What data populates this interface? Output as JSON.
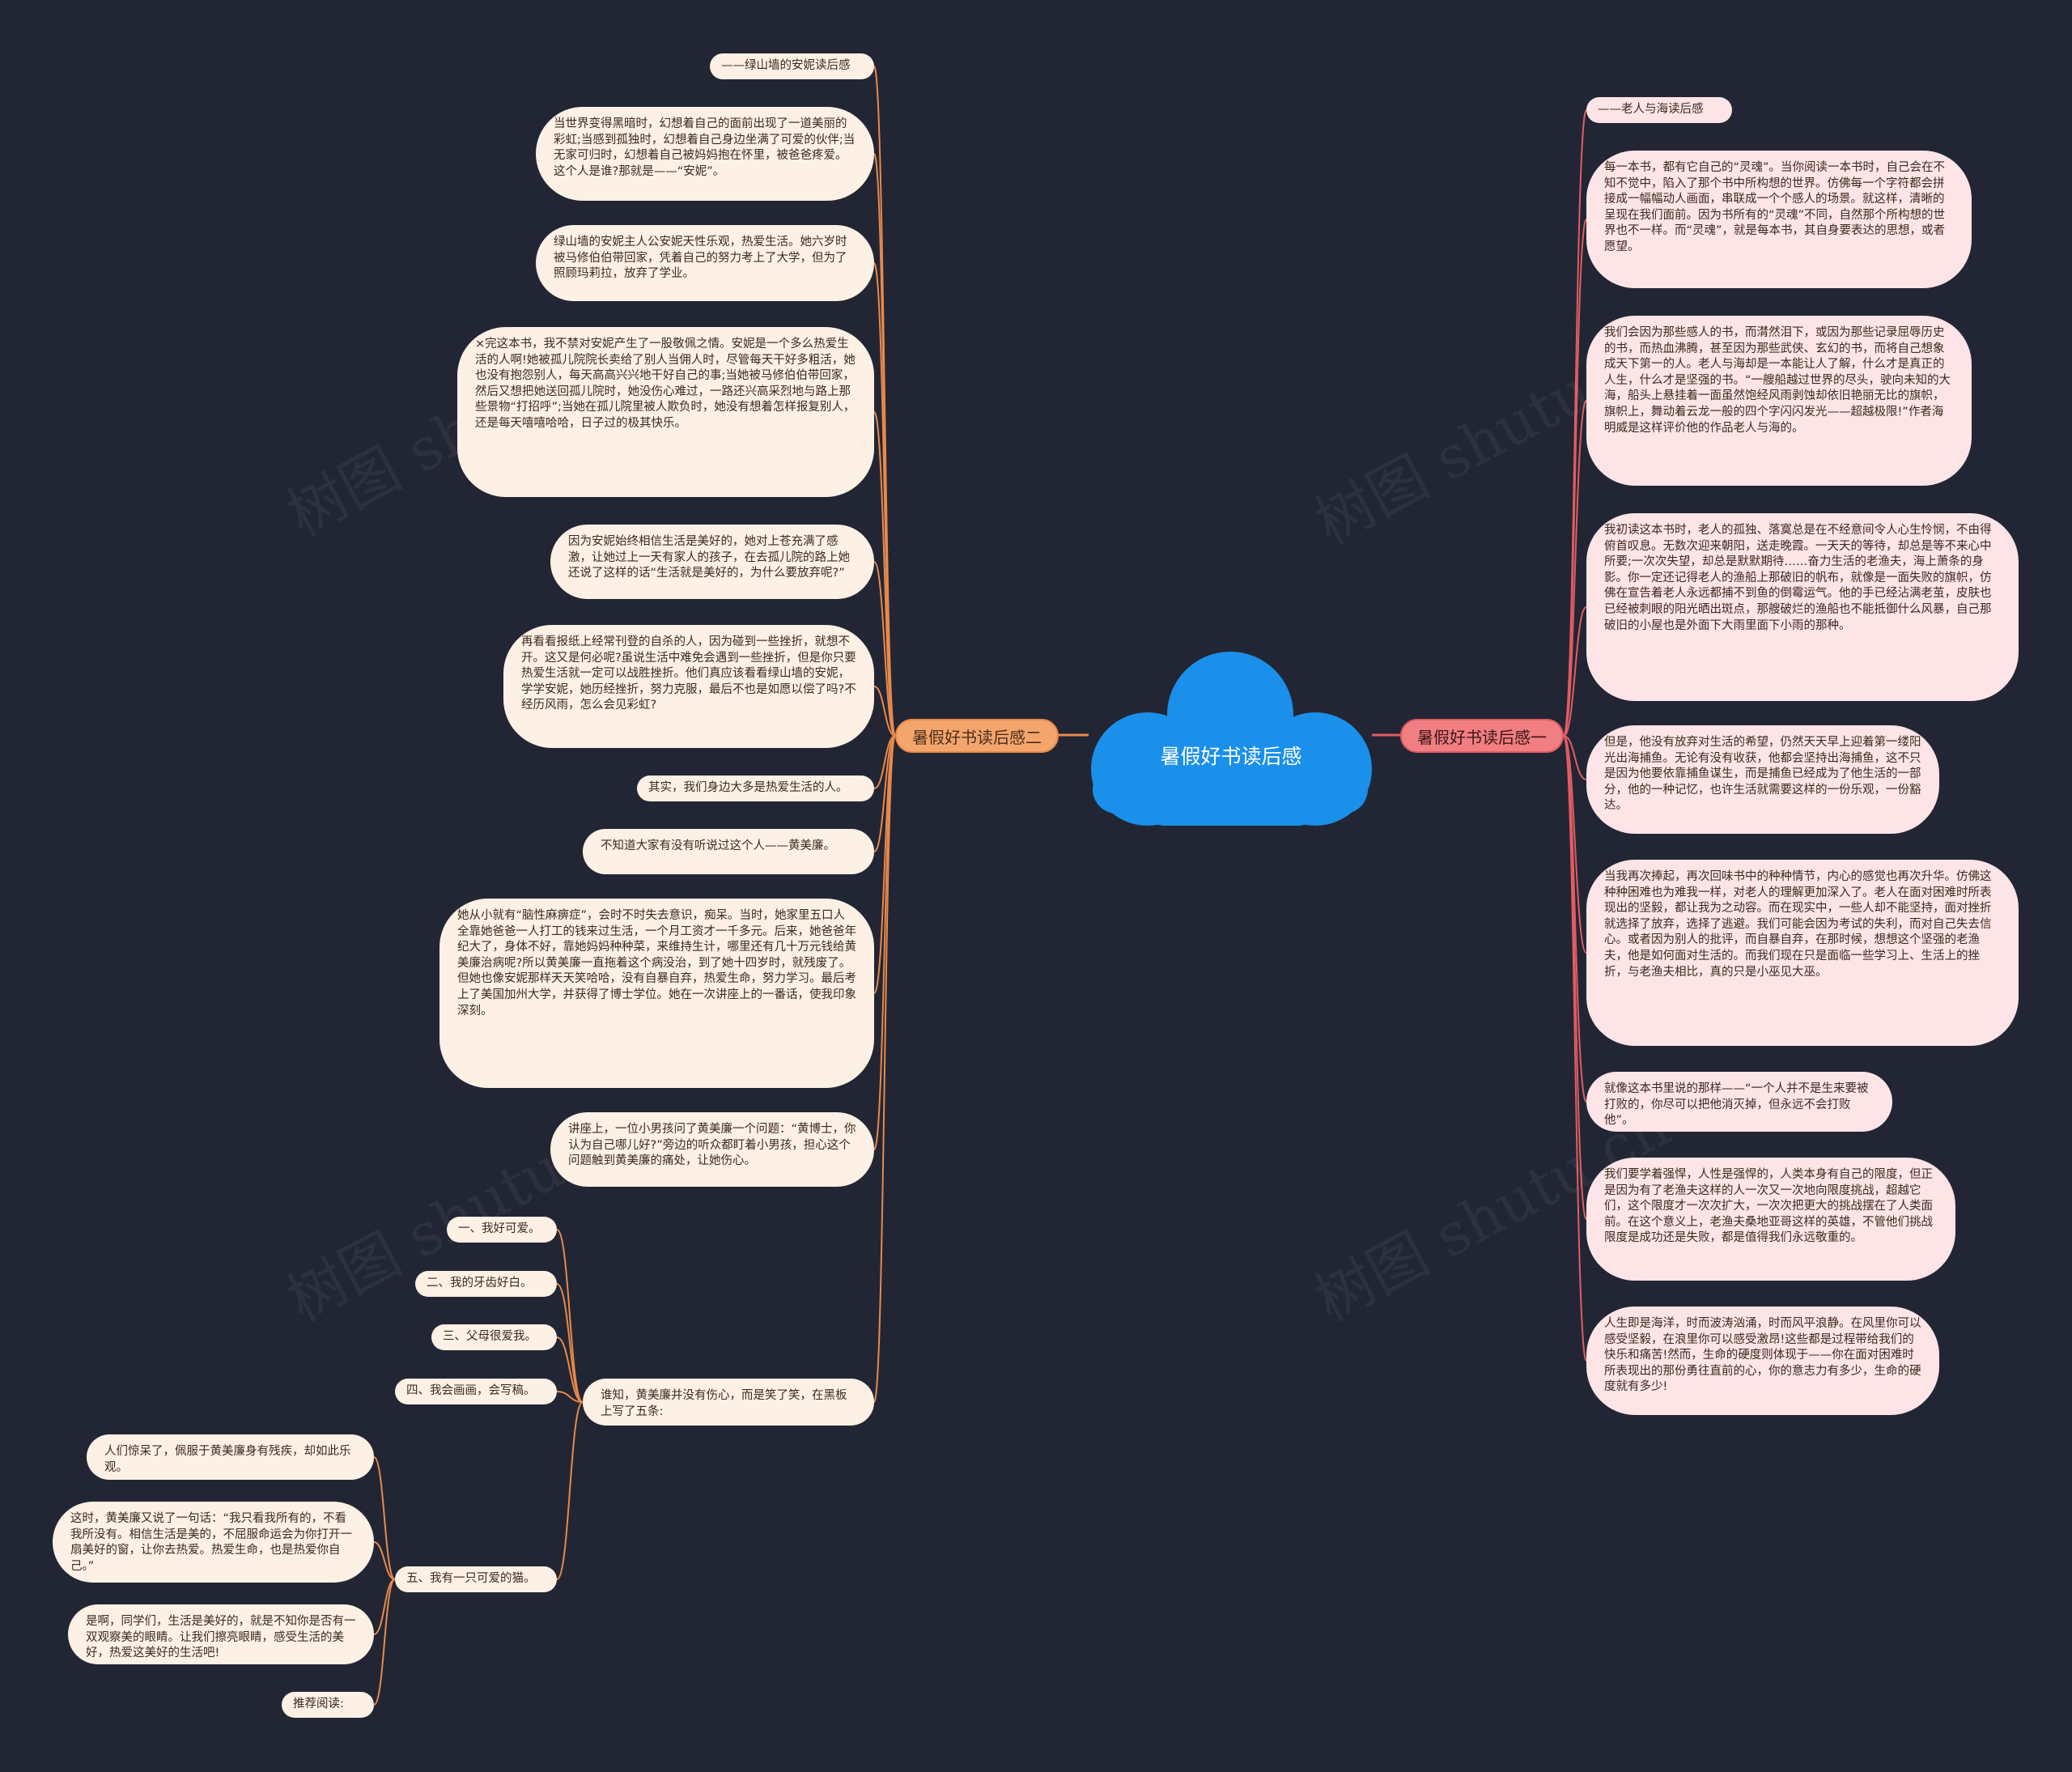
{
  "center": {
    "title": "暑假好书读后感"
  },
  "branch_left": {
    "label": "暑假好书读后感二"
  },
  "branch_right": {
    "label": "暑假好书读后感一"
  },
  "left_nodes": [
    "——绿山墙的安妮读后感",
    "当世界变得黑暗时，幻想着自己的面前出现了一道美丽的彩虹;当感到孤独时，幻想着自己身边坐满了可爱的伙伴;当无家可归时，幻想着自己被妈妈抱在怀里，被爸爸疼爱。这个人是谁?那就是——“安妮”。",
    "绿山墙的安妮主人公安妮天性乐观，热爱生活。她六岁时被马修伯伯带回家，凭着自己的努力考上了大学，但为了照顾玛莉拉，放弃了学业。",
    "×完这本书，我不禁对安妮产生了一股敬佩之情。安妮是一个多么热爱生活的人啊!她被孤儿院院长卖给了别人当佣人时，尽管每天干好多粗活，她也没有抱怨别人，每天高高兴兴地干好自己的事;当她被马修伯伯带回家，然后又想把她送回孤儿院时，她没伤心难过，一路还兴高采烈地与路上那些景物“打招呼”;当她在孤儿院里被人欺负时，她没有想着怎样报复别人，还是每天嘻嘻哈哈，日子过的极其快乐。",
    "因为安妮始终相信生活是美好的，她对上苍充满了感激，让她过上一天有家人的孩子，在去孤儿院的路上她还说了这样的话“生活就是美好的，为什么要放弃呢?”",
    "再看看报纸上经常刊登的自杀的人，因为碰到一些挫折，就想不开。这又是何必呢?虽说生活中难免会遇到一些挫折，但是你只要热爱生活就一定可以战胜挫折。他们真应该看看绿山墙的安妮，学学安妮，她历经挫折，努力克服，最后不也是如愿以偿了吗?不经历风雨，怎么会见彩虹?",
    "其实，我们身边大多是热爱生活的人。",
    "不知道大家有没有听说过这个人——黄美廉。",
    "她从小就有“脑性麻痹症”，会时不时失去意识，痴呆。当时，她家里五口人全靠她爸爸一人打工的钱来过生活，一个月工资才一千多元。后来，她爸爸年纪大了，身体不好，靠她妈妈种种菜，来维持生计，哪里还有几十万元钱给黄美廉治病呢?所以黄美廉一直拖着这个病没治，到了她十四岁时，就残废了。但她也像安妮那样天天笑哈哈，没有自暴自弃，热爱生命，努力学习。最后考上了美国加州大学，并获得了博士学位。她在一次讲座上的一番话，使我印象深刻。",
    "讲座上，一位小男孩问了黄美廉一个问题：“黄博士，你认为自己哪儿好?”旁边的听众都盯着小男孩，担心这个问题触到黄美廉的痛处，让她伤心。",
    "谁知，黄美廉并没有伤心，而是笑了笑，在黑板上写了五条:"
  ],
  "five_items": [
    "一、我好可爱。",
    "二、我的牙齿好白。",
    "三、父母很爱我。",
    "四、我会画画，会写稿。",
    "五、我有一只可爱的猫。"
  ],
  "cat_children": [
    "人们惊呆了，佩服于黄美廉身有残疾，却如此乐观。",
    "这时，黄美廉又说了一句话：“我只看我所有的，不看我所没有。相信生活是美的，不屈服命运会为你打开一扇美好的窗，让你去热爱。热爱生命，也是热爱你自己。”",
    "是啊，同学们，生活是美好的，就是不知你是否有一双观察美的眼睛。让我们擦亮眼睛，感受生活的美好，热爱这美好的生活吧!",
    "推荐阅读:"
  ],
  "right_nodes": [
    "——老人与海读后感",
    "每一本书，都有它自己的“灵魂”。当你阅读一本书时，自己会在不知不觉中，陷入了那个书中所构想的世界。仿佛每一个字符都会拼接成一幅幅动人画面，串联成一个个感人的场景。就这样，清晰的呈现在我们面前。因为书所有的“灵魂”不同，自然那个所构想的世界也不一样。而“灵魂”，就是每本书，其自身要表达的思想，或者愿望。",
    "我们会因为那些感人的书，而潸然泪下，或因为那些记录屈辱历史的书，而热血沸腾，甚至因为那些武侠、玄幻的书，而将自己想象成天下第一的人。老人与海却是一本能让人了解，什么才是真正的人生，什么才是坚强的书。“一艘船越过世界的尽头，驶向未知的大海，船头上悬挂着一面虽然饱经风雨剥蚀却依旧艳丽无比的旗帜，旗帜上，舞动着云龙一般的四个字闪闪发光——超越极限!”作者海明威是这样评价他的作品老人与海的。",
    "我初读这本书时，老人的孤独、落寞总是在不经意间令人心生怜悯，不由得俯首叹息。无数次迎来朝阳，送走晚霞。一天天的等待，却总是等不来心中所要;一次次失望，却总是默默期待……奋力生活的老渔夫，海上萧条的身影。你一定还记得老人的渔船上那破旧的帆布，就像是一面失败的旗帜，仿佛在宣告着老人永远都捕不到鱼的倒霉运气。他的手已经沾满老茧，皮肤也已经被刺眼的阳光晒出斑点，那艘破烂的渔船也不能抵御什么风暴，自己那破旧的小屋也是外面下大雨里面下小雨的那种。",
    "但是，他没有放弃对生活的希望，仍然天天早上迎着第一缕阳光出海捕鱼。无论有没有收获，他都会坚持出海捕鱼，这不只是因为他要依靠捕鱼谋生，而是捕鱼已经成为了他生活的一部分，他的一种记忆，也许生活就需要这样的一份乐观，一份豁达。",
    "当我再次捧起，再次回味书中的种种情节，内心的感觉也再次升华。仿佛这种种困难也为难我一样，对老人的理解更加深入了。老人在面对困难时所表现出的坚毅，都让我为之动容。而在现实中，一些人却不能坚持，面对挫折就选择了放弃，选择了逃避。我们可能会因为考试的失利，而对自己失去信心。或者因为别人的批评，而自暴自弃，在那时候，想想这个坚强的老渔夫，他是如何面对生活的。而我们现在只是面临一些学习上、生活上的挫折，与老渔夫相比，真的只是小巫见大巫。",
    "就像这本书里说的那样——“一个人并不是生来要被打败的，你尽可以把他消灭掉，但永远不会打败他”。",
    "我们要学着强悍，人性是强悍的，人类本身有自己的限度，但正是因为有了老渔夫这样的人一次又一次地向限度挑战，超越它们，这个限度才一次次扩大，一次次把更大的挑战摆在了人类面前。在这个意义上，老渔夫桑地亚哥这样的英雄，不管他们挑战限度是成功还是失败，都是值得我们永远敬重的。",
    "人生即是海洋，时而波涛汹涌，时而风平浪静。在风里你可以感受坚毅，在浪里你可以感受激昂!这些都是过程带给我们的快乐和痛苦!然而，生命的硬度则体现于——你在面对困难时所表现出的那份勇往直前的心，你的意志力有多少，生命的硬度就有多少!"
  ],
  "watermark": "树图 shutu.cn",
  "colors": {
    "background": "#222634",
    "center": "#1a90ea",
    "left_branch": "#f4a56c",
    "right_branch": "#f07e82",
    "left_line": "#e8894a",
    "right_line": "#e05c62"
  }
}
